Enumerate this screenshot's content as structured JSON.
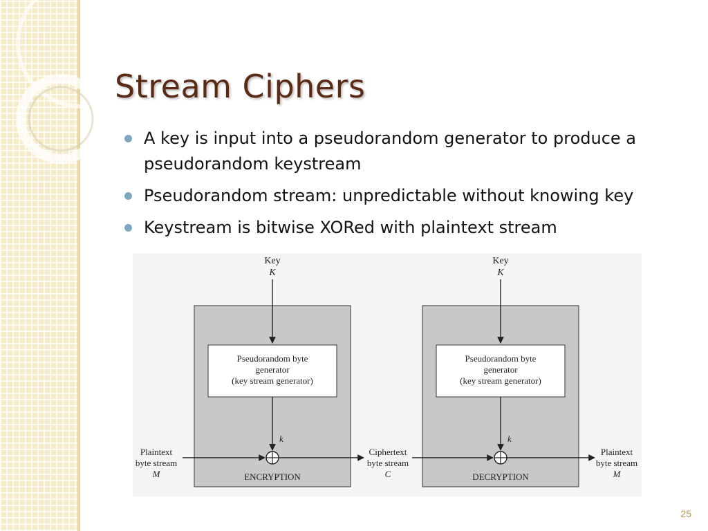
{
  "slide": {
    "title": "Stream Ciphers",
    "bullets": [
      "A key is input into a pseudorandom generator to produce a pseudorandom keystream",
      "Pseudorandom stream: unpredictable without knowing key",
      "Keystream is bitwise XORed with plaintext stream"
    ],
    "page_number": "25"
  },
  "diagram": {
    "encryption": {
      "key_label": "Key",
      "key_symbol": "K",
      "generator_line1": "Pseudorandom byte",
      "generator_line2": "generator",
      "generator_line3": "(key stream generator)",
      "keystream_symbol": "k",
      "box_label": "ENCRYPTION"
    },
    "decryption": {
      "key_label": "Key",
      "key_symbol": "K",
      "generator_line1": "Pseudorandom byte",
      "generator_line2": "generator",
      "generator_line3": "(key stream generator)",
      "keystream_symbol": "k",
      "box_label": "DECRYPTION"
    },
    "input_line1": "Plaintext",
    "input_line2": "byte stream",
    "input_symbol": "M",
    "middle_line1": "Ciphertext",
    "middle_line2": "byte stream",
    "middle_symbol": "C",
    "output_line1": "Plaintext",
    "output_line2": "byte stream",
    "output_symbol": "M"
  },
  "colors": {
    "title": "#5a2a14",
    "bullet_marker": "#7fa7bf",
    "sidebar": "#f6ebc8",
    "panel_fill": "#c8c8c8"
  }
}
